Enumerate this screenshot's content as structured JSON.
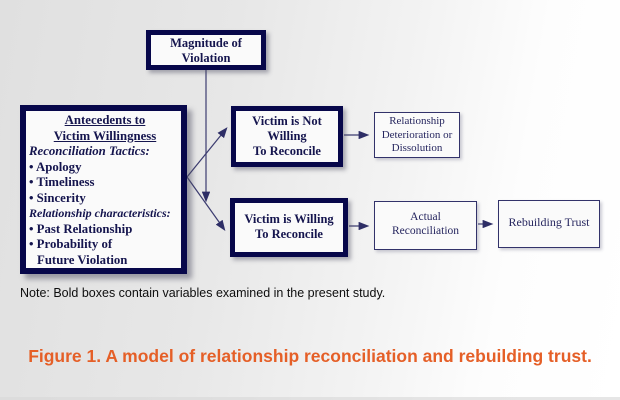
{
  "colors": {
    "bold_border_navy": "#07074a",
    "thin_border_navy": "#32326a",
    "box_text_navy": "#1b1b5c",
    "arrow_navy": "#3c3c70",
    "caption_orange": "#e55f27",
    "note_black": "#0e0e0e"
  },
  "boxes": {
    "magnitude": {
      "lines": [
        "Magnitude of",
        "Violation"
      ]
    },
    "antecedents": {
      "title_lines": [
        "Antecedents to",
        "Victim Willingness"
      ],
      "tactics_header": "Reconciliation Tactics:",
      "tactics_items": [
        "• Apology",
        "• Timeliness",
        "• Sincerity"
      ],
      "characteristics_header": "Relationship characteristics:",
      "characteristics_items": [
        "• Past Relationship",
        "• Probability of",
        "Future Violation"
      ]
    },
    "victim_not_willing": {
      "lines": [
        "Victim is Not",
        "Willing",
        "To Reconcile"
      ]
    },
    "relationship_deterioration": {
      "lines": [
        "Relationship",
        "Deterioration or",
        "Dissolution"
      ]
    },
    "victim_willing": {
      "lines": [
        "Victim is Willing",
        "To Reconcile"
      ]
    },
    "actual_reconciliation": {
      "lines": [
        "Actual",
        "Reconciliation"
      ]
    },
    "rebuilding_trust": {
      "lines": [
        "Rebuilding Trust"
      ]
    }
  },
  "note": "Note: Bold boxes contain variables examined in the present study.",
  "caption": "Figure 1.  A model of relationship reconciliation and rebuilding trust."
}
